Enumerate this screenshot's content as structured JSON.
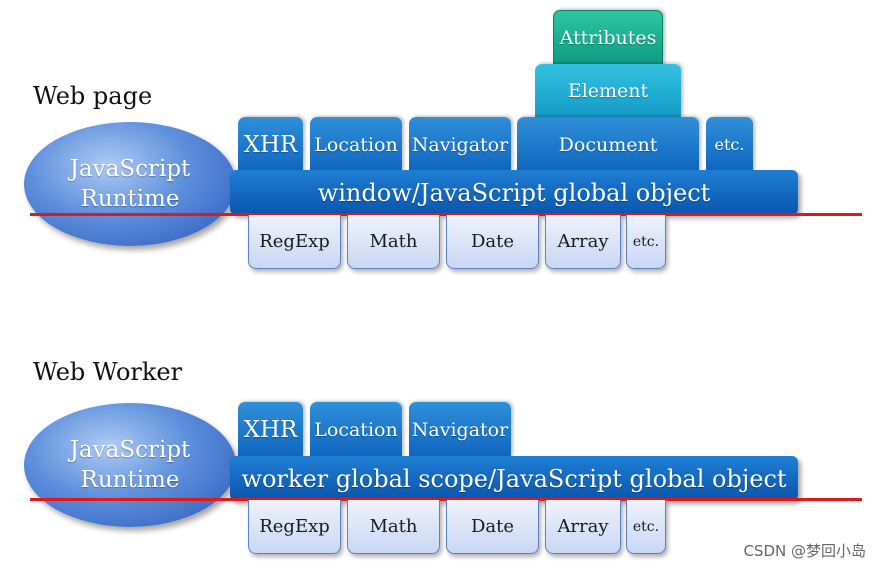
{
  "web_page": {
    "title": "Web page",
    "runtime": {
      "line1": "JavaScript",
      "line2": "Runtime"
    },
    "top_items": [
      "XHR",
      "Location",
      "Navigator",
      "Document",
      "etc."
    ],
    "stack": {
      "element": "Element",
      "attributes": "Attributes"
    },
    "global_object": "window/JavaScript global object",
    "bottom_items": [
      "RegExp",
      "Math",
      "Date",
      "Array",
      "etc."
    ]
  },
  "web_worker": {
    "title": "Web Worker",
    "runtime": {
      "line1": "JavaScript",
      "line2": "Runtime"
    },
    "top_items": [
      "XHR",
      "Location",
      "Navigator"
    ],
    "global_object": "worker global scope/JavaScript global object",
    "bottom_items": [
      "RegExp",
      "Math",
      "Date",
      "Array",
      "etc."
    ]
  },
  "colors": {
    "global_bar": "#0f66be",
    "element": "#149ac8",
    "attributes": "#0f9a82",
    "red_line": "#e21818",
    "bottom_box": "#c8d7f3"
  },
  "watermark": "CSDN @梦回小岛"
}
